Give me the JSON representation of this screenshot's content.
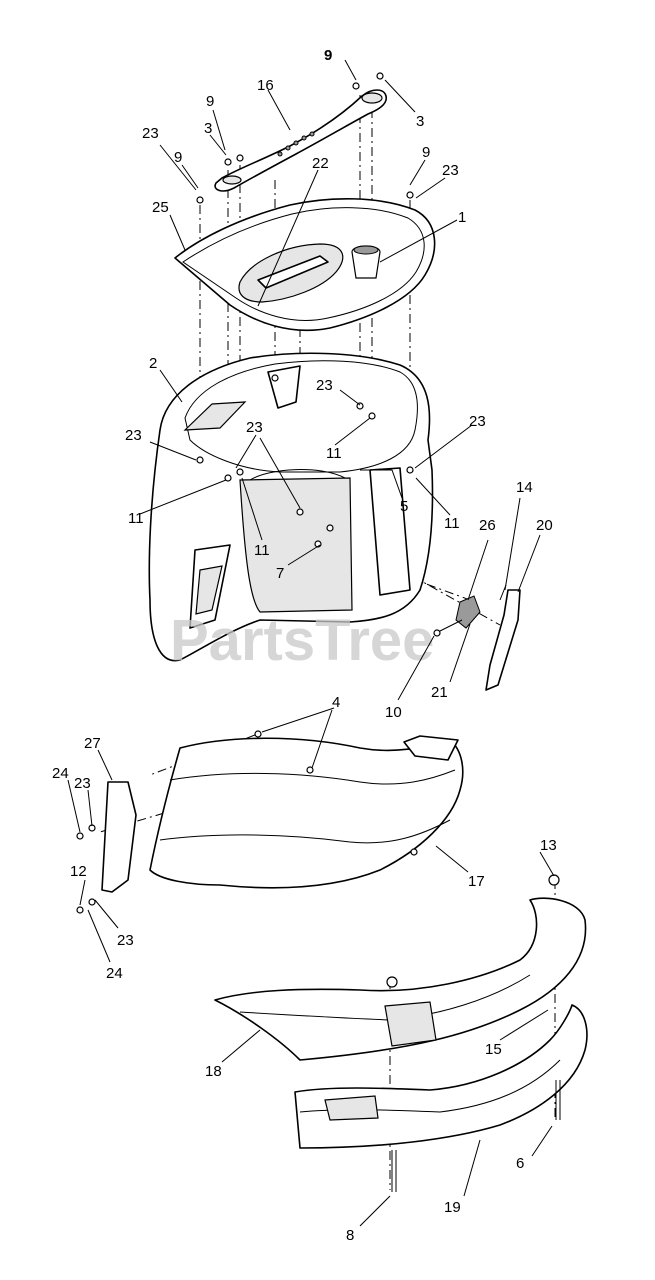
{
  "watermark": "PartsTree",
  "callouts": [
    {
      "label": "9"
    },
    {
      "label": "3"
    },
    {
      "label": "16"
    },
    {
      "label": "9"
    },
    {
      "label": "3"
    },
    {
      "label": "23"
    },
    {
      "label": "9"
    },
    {
      "label": "22"
    },
    {
      "label": "9"
    },
    {
      "label": "23"
    },
    {
      "label": "25"
    },
    {
      "label": "1"
    },
    {
      "label": "2"
    },
    {
      "label": "23"
    },
    {
      "label": "23"
    },
    {
      "label": "23"
    },
    {
      "label": "23"
    },
    {
      "label": "11"
    },
    {
      "label": "5"
    },
    {
      "label": "11"
    },
    {
      "label": "11"
    },
    {
      "label": "11"
    },
    {
      "label": "7"
    },
    {
      "label": "14"
    },
    {
      "label": "26"
    },
    {
      "label": "20"
    },
    {
      "label": "10"
    },
    {
      "label": "21"
    },
    {
      "label": "4"
    },
    {
      "label": "27"
    },
    {
      "label": "24"
    },
    {
      "label": "23"
    },
    {
      "label": "12"
    },
    {
      "label": "23"
    },
    {
      "label": "24"
    },
    {
      "label": "17"
    },
    {
      "label": "13"
    },
    {
      "label": "15"
    },
    {
      "label": "18"
    },
    {
      "label": "6"
    },
    {
      "label": "19"
    },
    {
      "label": "8"
    }
  ],
  "colors": {
    "line": "#000000",
    "watermark": "#c9c9c9",
    "background": "#ffffff"
  }
}
